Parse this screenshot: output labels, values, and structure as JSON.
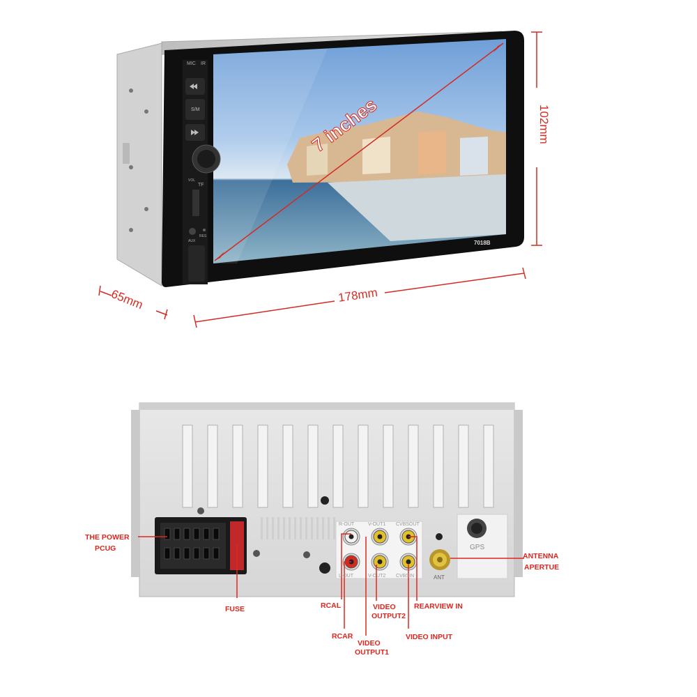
{
  "front": {
    "screen_size": "7 inches",
    "model": "7018B",
    "mic_label": "MIC",
    "ir_label": "IR",
    "mode_label": "S/M",
    "vol_label": "VOL",
    "tf_label": "TF",
    "res_label": "RES",
    "aux_label": "AUX",
    "height": "102mm",
    "width": "178mm",
    "depth": "65mm"
  },
  "back": {
    "labels": {
      "power_line1": "THE POWER",
      "power_line2": "PCUG",
      "fuse": "FUSE",
      "rcal": "RCAL",
      "rcar": "RCAR",
      "video_output1_line1": "VIDEO",
      "video_output1_line2": "OUTPUT1",
      "video_output2_line1": "VIDEO",
      "video_output2_line2": "OUTPUT2",
      "rearview_in": "REARVIEW IN",
      "video_input": "VIDEO INPUT",
      "antenna_line1": "ANTENNA",
      "antenna_line2": "APERTUE"
    },
    "silk": {
      "r_out": "R-OUT",
      "v_out1": "V-OUT1",
      "cvbs_out": "CVBSOUT",
      "l_out": "L-OUT",
      "v_out2": "V-OUT2",
      "cvbs_in": "CVBSIN",
      "ant": "ANT",
      "gps": "GPS"
    }
  },
  "colors": {
    "accent": "#e0261c",
    "rca_red": "#d42a22",
    "rca_white": "#f2f2f2",
    "rca_yellow": "#e3c12a"
  }
}
